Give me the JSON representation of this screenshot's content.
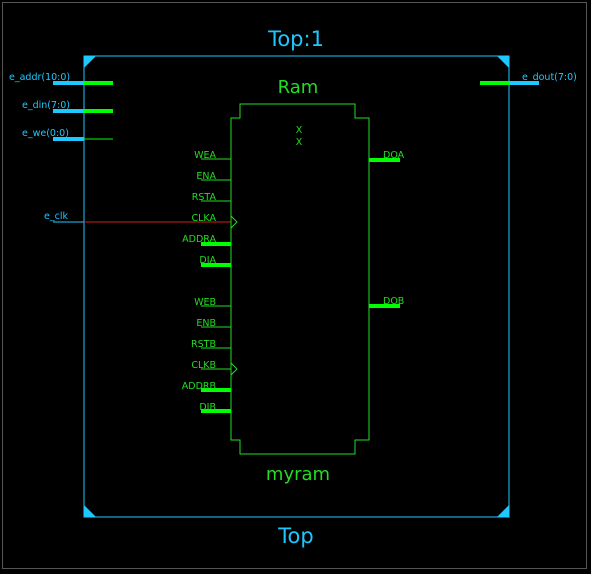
{
  "top_block": {
    "instance_name": "Top:1",
    "module_name": "Top",
    "outline_color": "#1ec8ff"
  },
  "ports": {
    "left": [
      {
        "label": "e_addr(10:0)",
        "bus": true
      },
      {
        "label": "e_din(7:0)",
        "bus": true
      },
      {
        "label": "e_we(0:0)",
        "bus": true
      },
      {
        "label": "e_clk",
        "bus": false
      }
    ],
    "right": [
      {
        "label": "e_dout(7:0)",
        "bus": true
      }
    ]
  },
  "ram": {
    "type_name": "Ram",
    "instance_name": "myram",
    "marks": [
      "X",
      "X"
    ],
    "pins_left_a": [
      "WEA",
      "ENA",
      "RSTA",
      "CLKA",
      "ADDRA",
      "DIA"
    ],
    "pins_left_b": [
      "WEB",
      "ENB",
      "RSTB",
      "CLKB",
      "ADDRB",
      "DIB"
    ],
    "pins_right": [
      "DOA",
      "DOB"
    ]
  },
  "colors": {
    "ram": "#22dd22",
    "port_text": "#1ec8ff",
    "clock_net": "#cc2222",
    "bus_ram": "#00ff00"
  }
}
